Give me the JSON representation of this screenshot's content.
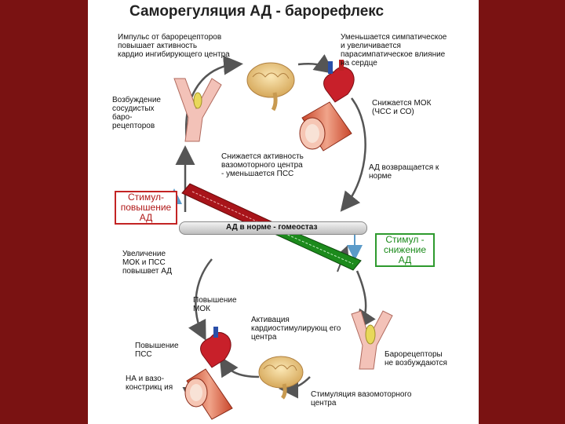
{
  "title": "Саморегуляция АД - барорефлекс",
  "labels": {
    "impulse": "Импульс от барорецепторов\nповышает активность\nкардио ингибирующего центра",
    "sympathetic_down": "Уменьшается симпатическое\nи увеличивается\nпарасимпатическое влияние\nна сердце",
    "baro_excited": "Возбуждение\nсосудистых\nбаро-\nрецепторов",
    "mok_down": "Снижается МОК\n(ЧСС и СО)",
    "vasomotor_down": "Снижается активность\nвазомоторного центра\n- уменьшается ПСС",
    "bp_returns": "АД возвращается к\nнорме",
    "homeostasis": "АД в норме - гомеостаз",
    "increase_mok_pss": "Увеличение\nМОК и ПСС\nповышвет АД",
    "mok_up": "Повышение\nМОК",
    "activation": "Активация\nкардиостимулирующ его\nцентра",
    "pss_up": "Повышение\nПСС",
    "na_vaso": "НА и вазо-\nконстрикц ия",
    "baro_not_excited": "Барорецепторы\nне возбуждаются",
    "vasomotor_stim": "Стимуляция вазомоторного\nцентра"
  },
  "stimuli": {
    "up": "Стимул-\nповышение\nАД",
    "down": "Стимул -\nснижение\nАД"
  },
  "colors": {
    "background": "#7a1212",
    "stim_up": "#b01818",
    "stim_down": "#1a8a1a",
    "cycle_arrow": "#555555",
    "up_arrow": "#5c9bc9"
  },
  "icons": [
    "brain-icon",
    "heart-icon",
    "blood-vessel-icon",
    "baroreceptor-artery-icon"
  ]
}
